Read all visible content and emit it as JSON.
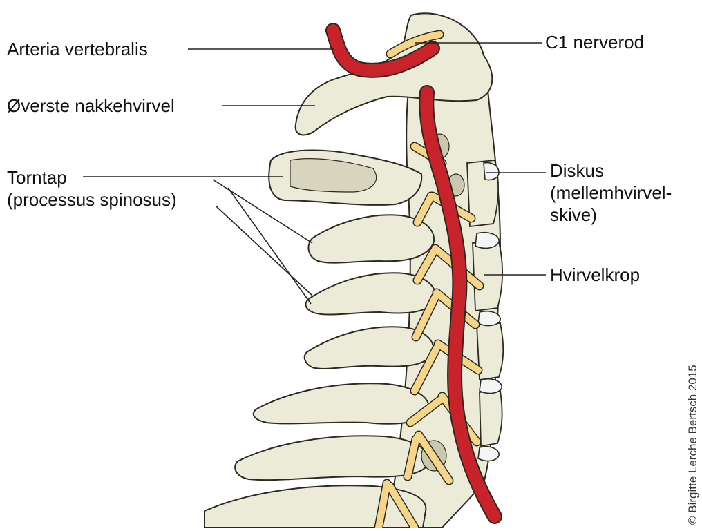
{
  "labels": {
    "arteria": "Arteria vertebralis",
    "overste": "Øverste nakkehvirvel",
    "torntap_line1": "Torntap",
    "torntap_line2": "(processus spinosus)",
    "c1": "C1 nerverod",
    "diskus_line1": "Diskus",
    "diskus_line2": "(mellemhvirvel-",
    "diskus_line3": "skive)",
    "hvirvelkrop": "Hvirvelkrop"
  },
  "credit": "© Birgitte Lerche Bertsch 2015",
  "colors": {
    "bone": "#ecebd8",
    "bone_shade": "#d7d5bd",
    "bone_outline": "#2a2a22",
    "nerve": "#f5d58a",
    "artery": "#c8232b",
    "disc": "#f4f6f6",
    "leader": "#222222"
  }
}
